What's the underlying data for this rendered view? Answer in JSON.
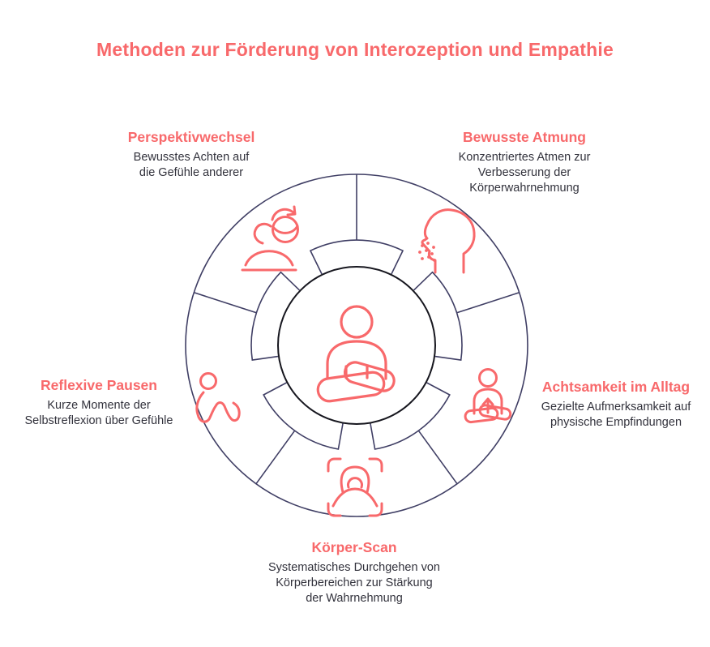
{
  "title": "Methoden zur Förderung von Interozeption und Empathie",
  "colors": {
    "accent": "#f8696b",
    "ring": "#3f3e64",
    "hub_circle": "#16161e",
    "body_text": "#32323c"
  },
  "center": {
    "icon": "meditation-person-icon"
  },
  "segments": [
    {
      "title": "Perspektivwechsel",
      "description": "Bewusstes Achten auf\ndie Gefühle anderer",
      "icon": "perspective-rotate-globe-icon",
      "position": "top-left"
    },
    {
      "title": "Bewusste Atmung",
      "description": "Konzentriertes Atmen zur\nVerbesserung der\nKörperwahrnehmung",
      "icon": "breathing-head-profile-icon",
      "position": "top-right"
    },
    {
      "title": "Achtsamkeit im Alltag",
      "description": "Gezielte Aufmerksamkeit auf\nphysische Empfindungen",
      "icon": "mindful-meditation-arrow-icon",
      "position": "right"
    },
    {
      "title": "Körper-Scan",
      "description": "Systematisches Durchgehen von\nKörperbereichen zur Stärkung\nder Wahrnehmung",
      "icon": "body-scan-frame-icon",
      "position": "bottom"
    },
    {
      "title": "Reflexive Pausen",
      "description": "Kurze Momente der\nSelbstreflexion über Gefühle",
      "icon": "resting-figure-icon",
      "position": "left"
    }
  ]
}
